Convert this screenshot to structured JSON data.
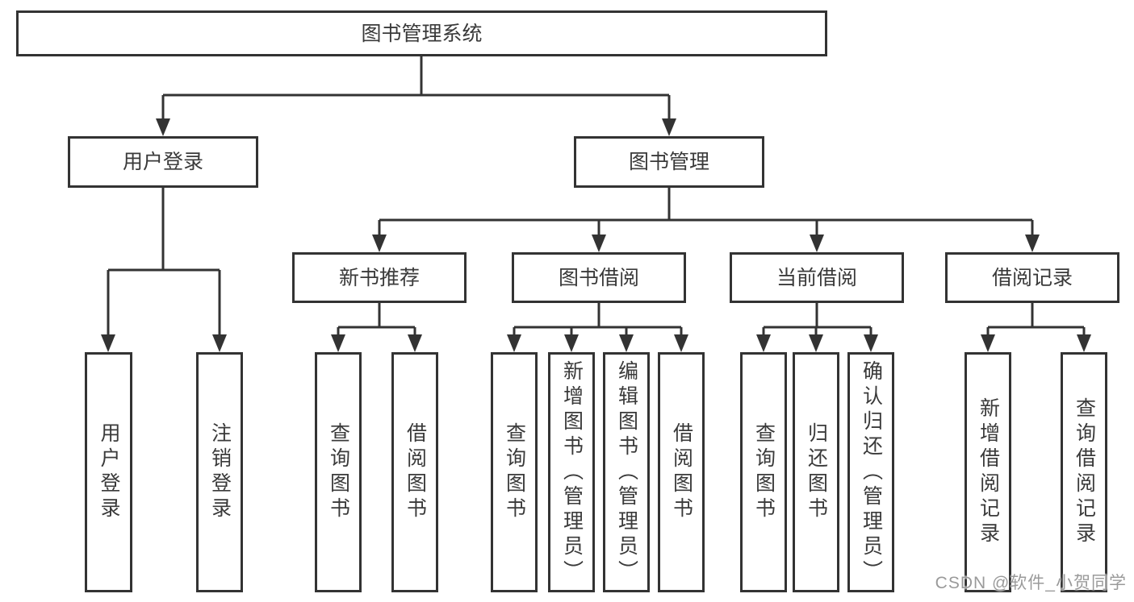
{
  "diagram": {
    "root": {
      "label": "图书管理系统"
    },
    "branches": [
      {
        "label": "用户登录"
      },
      {
        "label": "图书管理"
      }
    ],
    "modules": [
      {
        "label": "新书推荐"
      },
      {
        "label": "图书借阅"
      },
      {
        "label": "当前借阅"
      },
      {
        "label": "借阅记录"
      }
    ],
    "functions": [
      {
        "label": "用户登录"
      },
      {
        "label": "注销登录"
      },
      {
        "label": "查询图书"
      },
      {
        "label": "借阅图书"
      },
      {
        "label": "查询图书"
      },
      {
        "label": "新增图书（管理员）"
      },
      {
        "label": "编辑图书（管理员）"
      },
      {
        "label": "借阅图书"
      },
      {
        "label": "查询图书"
      },
      {
        "label": "归还图书"
      },
      {
        "label": "确认归还（管理员）"
      },
      {
        "label": "新增借阅记录"
      },
      {
        "label": "查询借阅记录"
      }
    ]
  },
  "watermark": {
    "text": "CSDN @软件_小贺同学"
  },
  "colors": {
    "line": "#333333",
    "box_border": "#333333",
    "text": "#3a3a3a",
    "watermark": "#9a9a9a",
    "background": "#ffffff"
  }
}
